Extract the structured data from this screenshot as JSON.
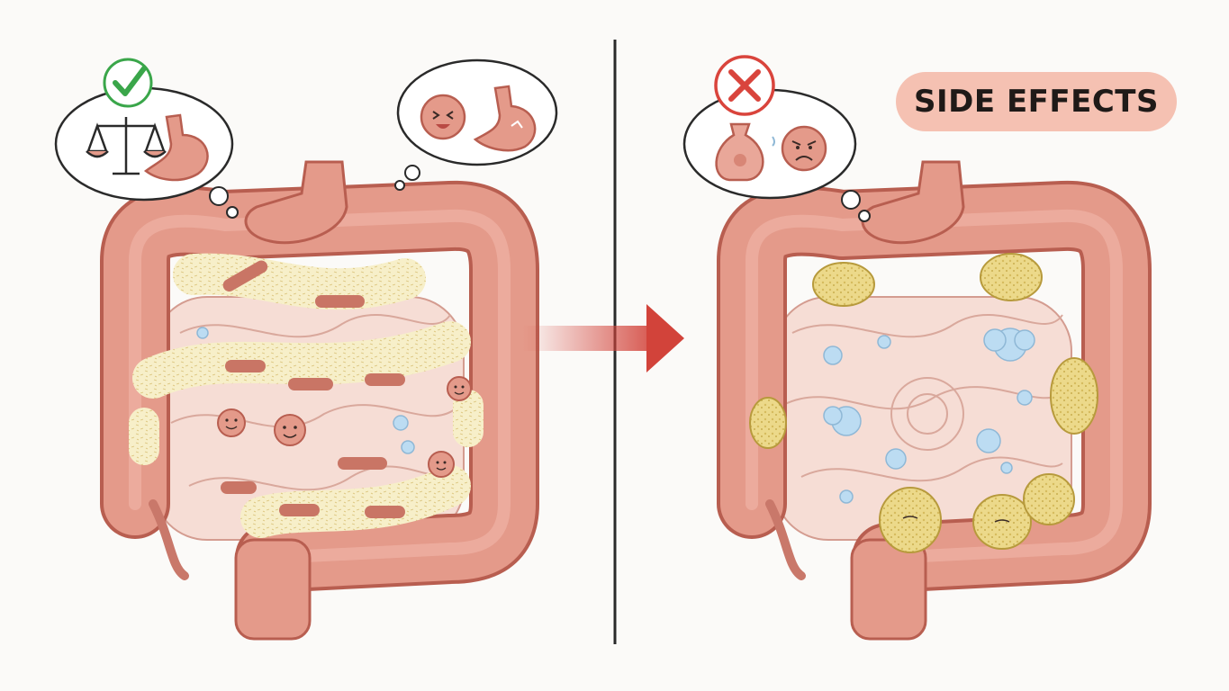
{
  "badge": {
    "label": "SIDE EFFECTS"
  },
  "panels": [
    {
      "name": "normal-digestion",
      "thought_status": "check-icon",
      "thought_icons": [
        "balance-scale-icon",
        "healthy-stomach-icon"
      ]
    },
    {
      "name": "impaired-digestion",
      "thought_status": "cross-icon",
      "thought_icons": [
        "bloated-stomach-icon",
        "angry-face-icon"
      ]
    }
  ],
  "colors": {
    "intestine": "#e49a8a",
    "intestine_outline": "#b85e50",
    "check": "#3aa64a",
    "cross": "#d9443c",
    "arrow": "#d2433a",
    "badge": "#f5c1b2",
    "stool": "#ecd98a",
    "gas": "#bcdcf2"
  }
}
